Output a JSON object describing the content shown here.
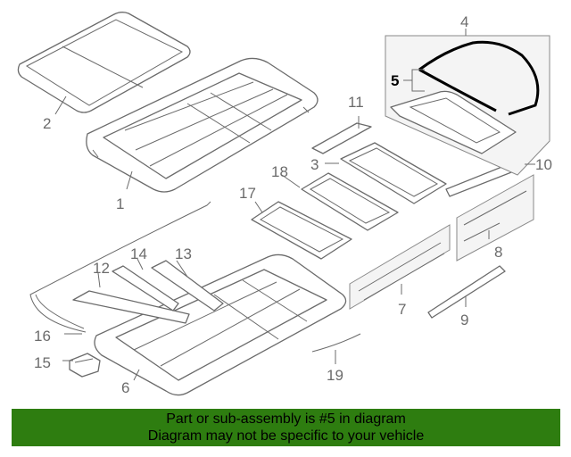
{
  "diagram": {
    "callouts": {
      "c1": "1",
      "c2": "2",
      "c3": "3",
      "c4": "4",
      "c5": "5",
      "c6": "6",
      "c7": "7",
      "c8": "8",
      "c9": "9",
      "c10": "10",
      "c11": "11",
      "c12": "12",
      "c13": "13",
      "c14": "14",
      "c15": "15",
      "c16": "16",
      "c17": "17",
      "c18": "18",
      "c19": "19"
    },
    "highlighted_part": "5"
  },
  "banner": {
    "line1": "Part or sub-assembly is #5 in diagram",
    "line2": "Diagram may not be specific to your vehicle",
    "background_color": "#2e7d10"
  }
}
